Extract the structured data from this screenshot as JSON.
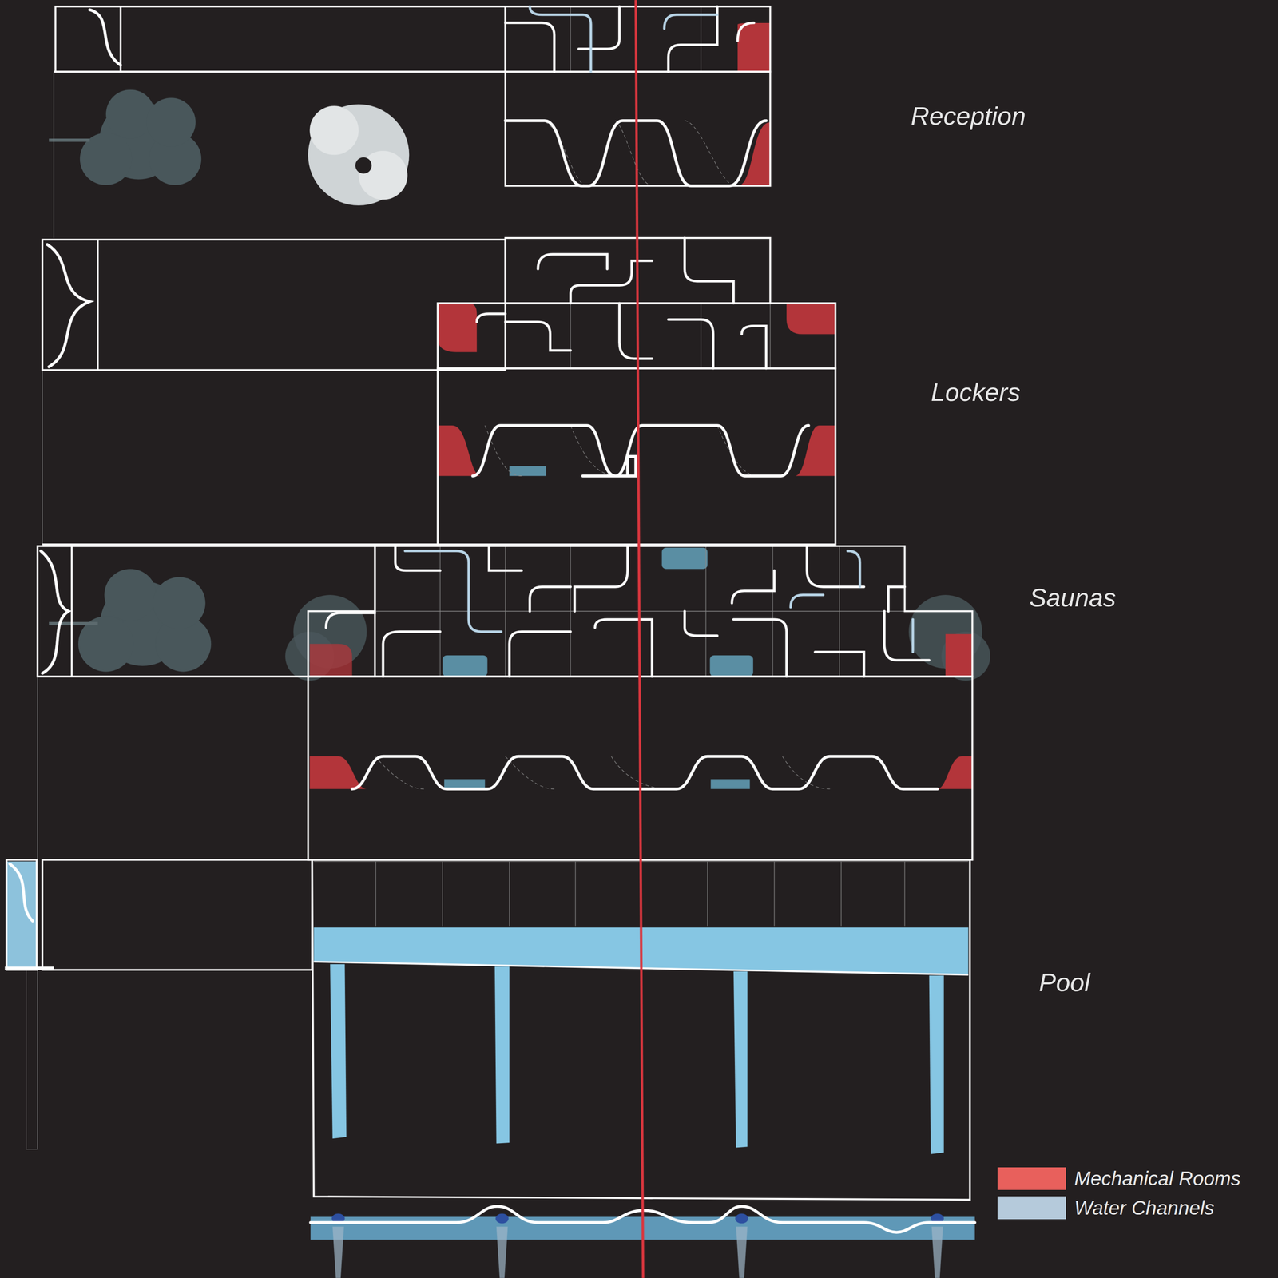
{
  "diagram": {
    "labels": [
      "Reception",
      "Lockers",
      "Saunas",
      "Pool"
    ],
    "legend": [
      {
        "text": "Mechanical Rooms",
        "color": "#e8605c"
      },
      {
        "text": "Water Channels",
        "color": "#b5cadb"
      }
    ]
  }
}
